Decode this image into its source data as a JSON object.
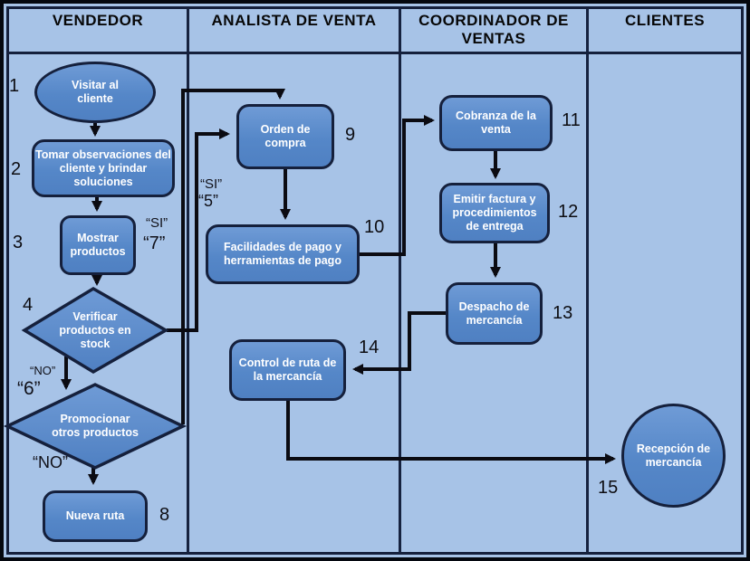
{
  "header": {
    "columns": [
      "VENDEDOR",
      "ANALISTA DE VENTA",
      "COORDINADOR DE VENTAS",
      "CLIENTES"
    ]
  },
  "nodes": {
    "visitar": {
      "number": "1",
      "label": "Visitar al cliente"
    },
    "observaciones": {
      "number": "2",
      "label": "Tomar observaciones del cliente y brindar soluciones"
    },
    "mostrar": {
      "number": "3",
      "label": "Mostrar productos"
    },
    "verificar": {
      "number": "4",
      "label": "Verificar productos en stock"
    },
    "promocionar": {
      "label": "Promocionar otros productos"
    },
    "nueva_ruta": {
      "number": "8",
      "label": "Nueva ruta"
    },
    "orden": {
      "number": "9",
      "label": "Orden de compra"
    },
    "facilidades": {
      "number": "10",
      "label": "Facilidades de pago y herramientas de pago"
    },
    "control": {
      "number": "14",
      "label": "Control de ruta de la mercancía"
    },
    "cobranza": {
      "number": "11",
      "label": "Cobranza de la venta"
    },
    "emitir": {
      "number": "12",
      "label": "Emitir factura y procedimientos de entrega"
    },
    "despacho": {
      "number": "13",
      "label": "Despacho de mercancía"
    },
    "recepcion": {
      "number": "15",
      "label": "Recepción de mercancía"
    }
  },
  "edge_labels": {
    "verificar_si": "“SI”",
    "verificar_si_num": "“7”",
    "orden_si": "“SI”",
    "orden_si_num": "“5”",
    "verificar_no": "“NO”",
    "verificar_no_num": "“6”",
    "promocionar_no": "“NO”"
  },
  "colors": {
    "lane_background": "#a7c3e7",
    "node_fill_top": "#6f9bd6",
    "node_fill_bottom": "#4f80c2",
    "node_border": "#15203c",
    "connector": "#0b0b12",
    "text_on_node": "#ffffff",
    "header_text": "#070707"
  }
}
